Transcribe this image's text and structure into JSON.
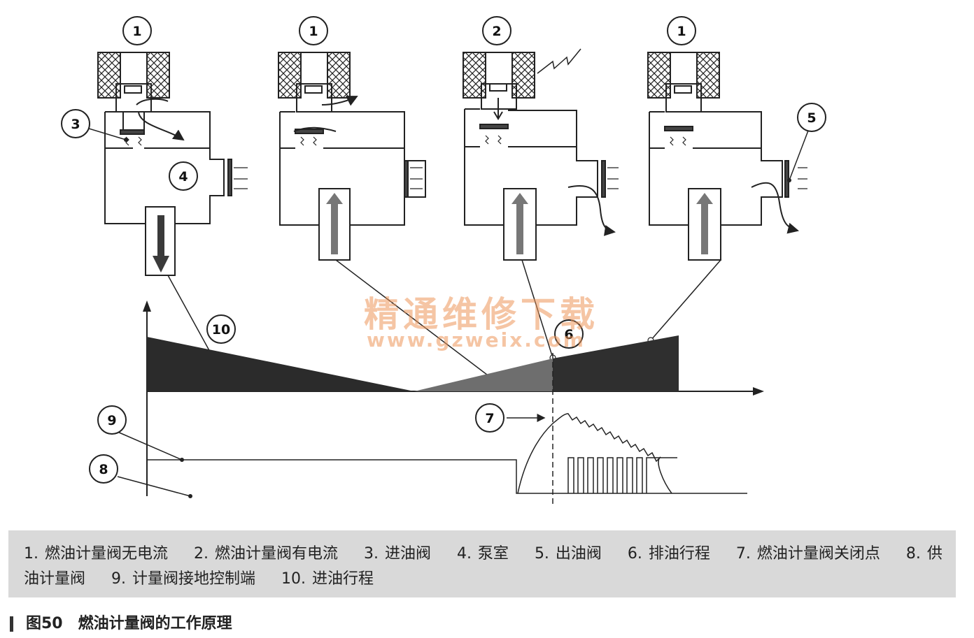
{
  "callouts": {
    "v1_state": "1",
    "v2_state": "1",
    "v3_state": "2",
    "v4_state": "1",
    "inlet_valve": "3",
    "pump_chamber": "4",
    "outlet_valve": "5",
    "discharge_stroke": "6",
    "closing_point": "7",
    "metering_valve": "8",
    "ground_control": "9",
    "intake_stroke": "10"
  },
  "legend": {
    "items": [
      "1. 燃油计量阀无电流",
      "2. 燃油计量阀有电流",
      "3. 进油阀",
      "4. 泵室",
      "5. 出油阀",
      "6. 排油行程",
      "7. 燃油计量阀关闭点",
      "8. 供油计量阀",
      "9. 计量阀接地控制端",
      "10. 进油行程"
    ]
  },
  "caption": "图50　燃油计量阀的工作原理",
  "watermark": {
    "text": "精通维修下载",
    "url": "www.gzweix.com"
  },
  "colors": {
    "stroke": "#222222",
    "fill_dark": "#2b2b2b",
    "fill_mid": "#6e6e6e",
    "legend_bg": "#d9d9d9",
    "watermark": "#ec965a"
  }
}
